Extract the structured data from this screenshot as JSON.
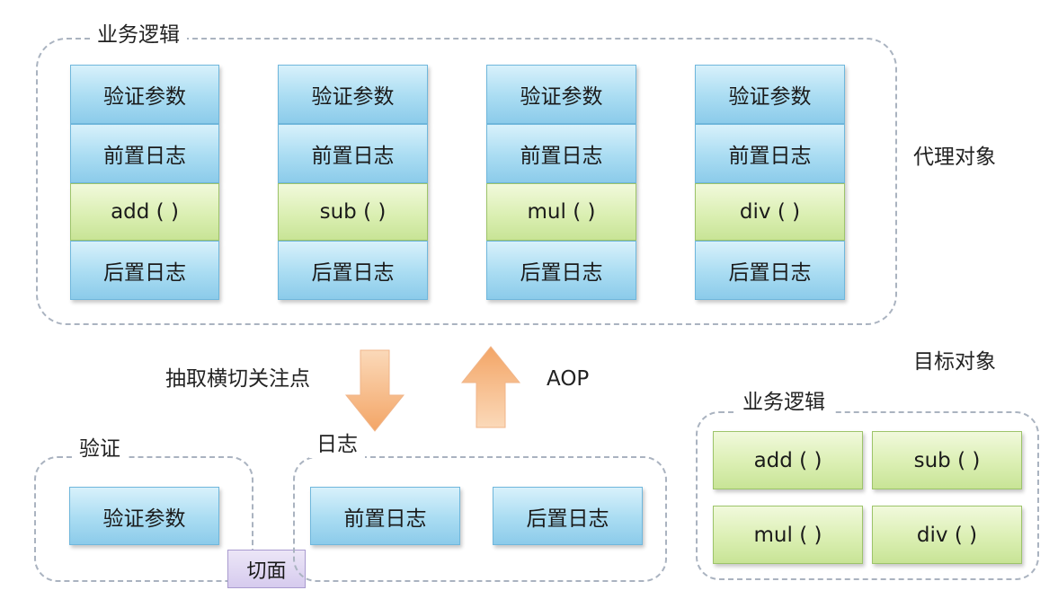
{
  "proxy_group": {
    "label": "业务逻辑",
    "columns": [
      {
        "validate": "验证参数",
        "pre_log": "前置日志",
        "method": "add ( )",
        "post_log": "后置日志"
      },
      {
        "validate": "验证参数",
        "pre_log": "前置日志",
        "method": "sub ( )",
        "post_log": "后置日志"
      },
      {
        "validate": "验证参数",
        "pre_log": "前置日志",
        "method": "mul ( )",
        "post_log": "后置日志"
      },
      {
        "validate": "验证参数",
        "pre_log": "前置日志",
        "method": "div ( )",
        "post_log": "后置日志"
      }
    ]
  },
  "labels": {
    "proxy_object": "代理对象",
    "target_object": "目标对象",
    "extract": "抽取横切关注点",
    "aop": "AOP"
  },
  "validation_group": {
    "label": "验证",
    "item": "验证参数"
  },
  "aspect_label": "切面",
  "log_group": {
    "label": "日志",
    "pre_log": "前置日志",
    "post_log": "后置日志"
  },
  "target_group": {
    "label": "业务逻辑",
    "methods": [
      "add ( )",
      "sub ( )",
      "mul ( )",
      "div ( )"
    ]
  },
  "colors": {
    "box_blue": "#a9dcf2",
    "box_green": "#dbefb3",
    "arrow_orange": "#f5b27a",
    "aspect_purple": "#d6cbee",
    "dashed_border": "#aab3c0"
  }
}
